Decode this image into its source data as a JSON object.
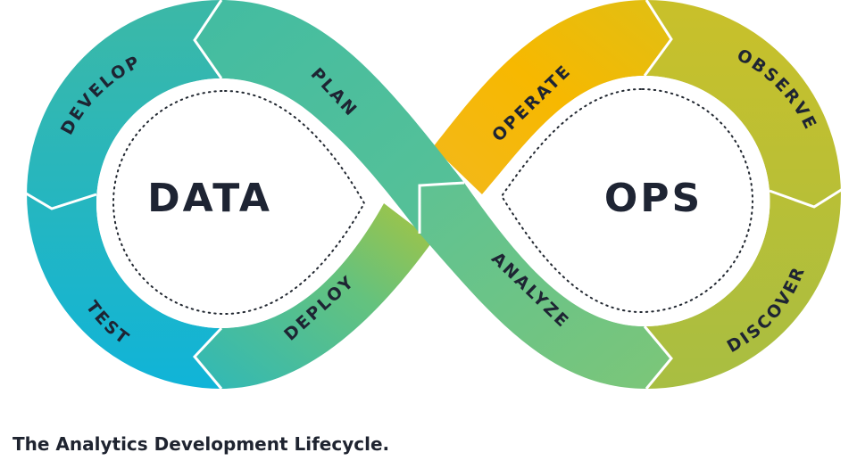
{
  "diagram": {
    "left_loop_label": "DATA",
    "right_loop_label": "OPS",
    "stages": {
      "develop": "DEVELOP",
      "plan": "PLAN",
      "test": "TEST",
      "deploy": "DEPLOY",
      "operate": "OPERATE",
      "observe": "OBSERVE",
      "analyze": "ANALYZE",
      "discover": "DISCOVER"
    }
  },
  "caption": "The Analytics Development Lifecycle.",
  "colors": {
    "teal": "#3ab5b2",
    "cyan": "#14b4d6",
    "green": "#6cc58a",
    "amber": "#f5b800",
    "olive": "#b8bc33",
    "text": "#1e2433"
  }
}
